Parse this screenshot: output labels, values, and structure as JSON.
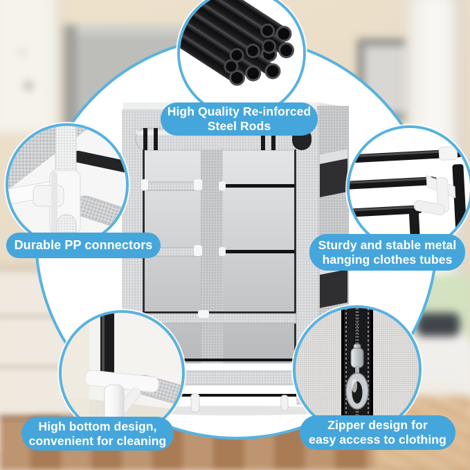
{
  "colors": {
    "pill_blue": "#45a6db",
    "circle_border_blue": "#58b2df",
    "label_text": "#ffffff"
  },
  "features": {
    "steel_rods": {
      "line1": "High Quality Re-inforced",
      "line2": "Steel Rods"
    },
    "pp_connectors": {
      "line1": "Durable PP connectors"
    },
    "metal_tubes": {
      "line1": "Sturdy and stable metal",
      "line2": "hanging clothes tubes"
    },
    "high_bottom": {
      "line1": "High bottom design,",
      "line2": "convenient for cleaning"
    },
    "zipper": {
      "line1": "Zipper design for",
      "line2": "easy access to clothing"
    }
  }
}
